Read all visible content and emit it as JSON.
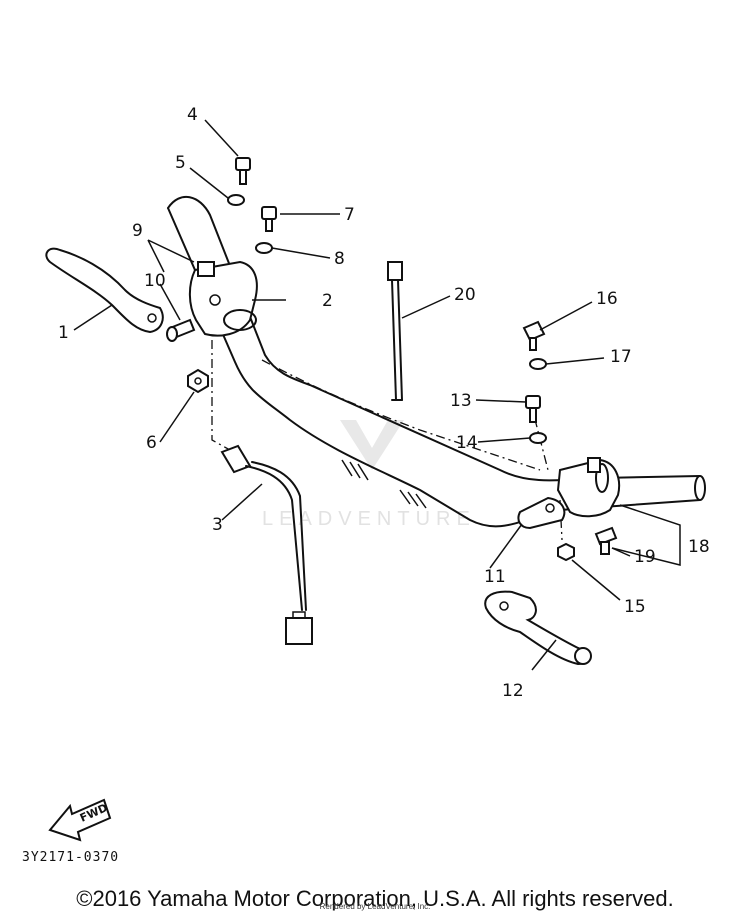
{
  "callouts": [
    {
      "id": "1",
      "text": "1"
    },
    {
      "id": "2",
      "text": "2"
    },
    {
      "id": "3",
      "text": "3"
    },
    {
      "id": "4",
      "text": "4"
    },
    {
      "id": "5",
      "text": "5"
    },
    {
      "id": "6",
      "text": "6"
    },
    {
      "id": "7",
      "text": "7"
    },
    {
      "id": "8",
      "text": "8"
    },
    {
      "id": "9",
      "text": "9"
    },
    {
      "id": "10",
      "text": "10"
    },
    {
      "id": "11",
      "text": "11"
    },
    {
      "id": "12",
      "text": "12"
    },
    {
      "id": "13",
      "text": "13"
    },
    {
      "id": "14",
      "text": "14"
    },
    {
      "id": "15",
      "text": "15"
    },
    {
      "id": "16",
      "text": "16"
    },
    {
      "id": "17",
      "text": "17"
    },
    {
      "id": "18",
      "text": "18"
    },
    {
      "id": "19",
      "text": "19"
    },
    {
      "id": "20",
      "text": "20"
    }
  ],
  "fwd_label": "FWD",
  "diagram_code": "3Y2171-0370",
  "watermark": "LEADVENTURE",
  "copyright": "©2016 Yamaha Motor Corporation, U.S.A. All rights reserved.",
  "rendered_by": "Rendered by LeadVenture, Inc."
}
